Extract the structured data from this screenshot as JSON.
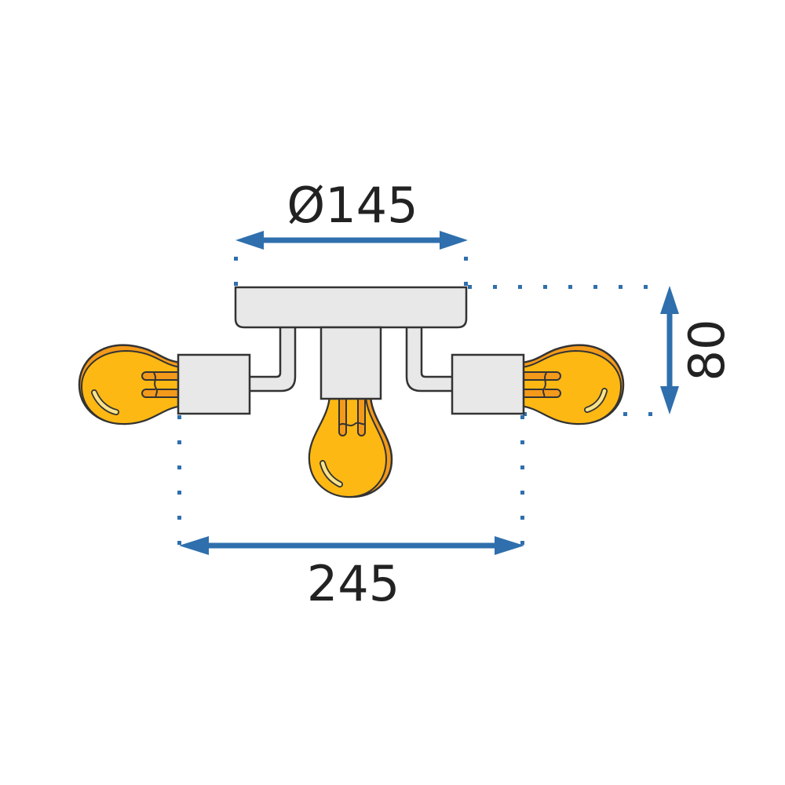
{
  "diagram": {
    "subject": "3-bulb ceiling lamp dimension drawing",
    "dimensions": {
      "diameter": {
        "label": "Ø145",
        "value": 145,
        "orientation": "horizontal"
      },
      "height": {
        "label": "80",
        "value": 80,
        "orientation": "vertical"
      },
      "width": {
        "label": "245",
        "value": 245,
        "orientation": "horizontal"
      }
    },
    "components": {
      "ceiling_plate": "Ceiling plate",
      "center_column": "Center column",
      "arms": [
        "Left arm",
        "Right arm"
      ],
      "sockets": [
        "Left socket",
        "Center socket",
        "Right socket"
      ],
      "bulbs": [
        "Left bulb",
        "Center bulb",
        "Right bulb"
      ]
    },
    "colors": {
      "dimension_line": "#2f6fad",
      "body_fill": "#e8e8e8",
      "outline": "#333333",
      "bulb_fill": "#fdb813",
      "bulb_shade": "#f39a1a",
      "bulb_highlight": "#fbe38a",
      "text": "#222222"
    }
  }
}
